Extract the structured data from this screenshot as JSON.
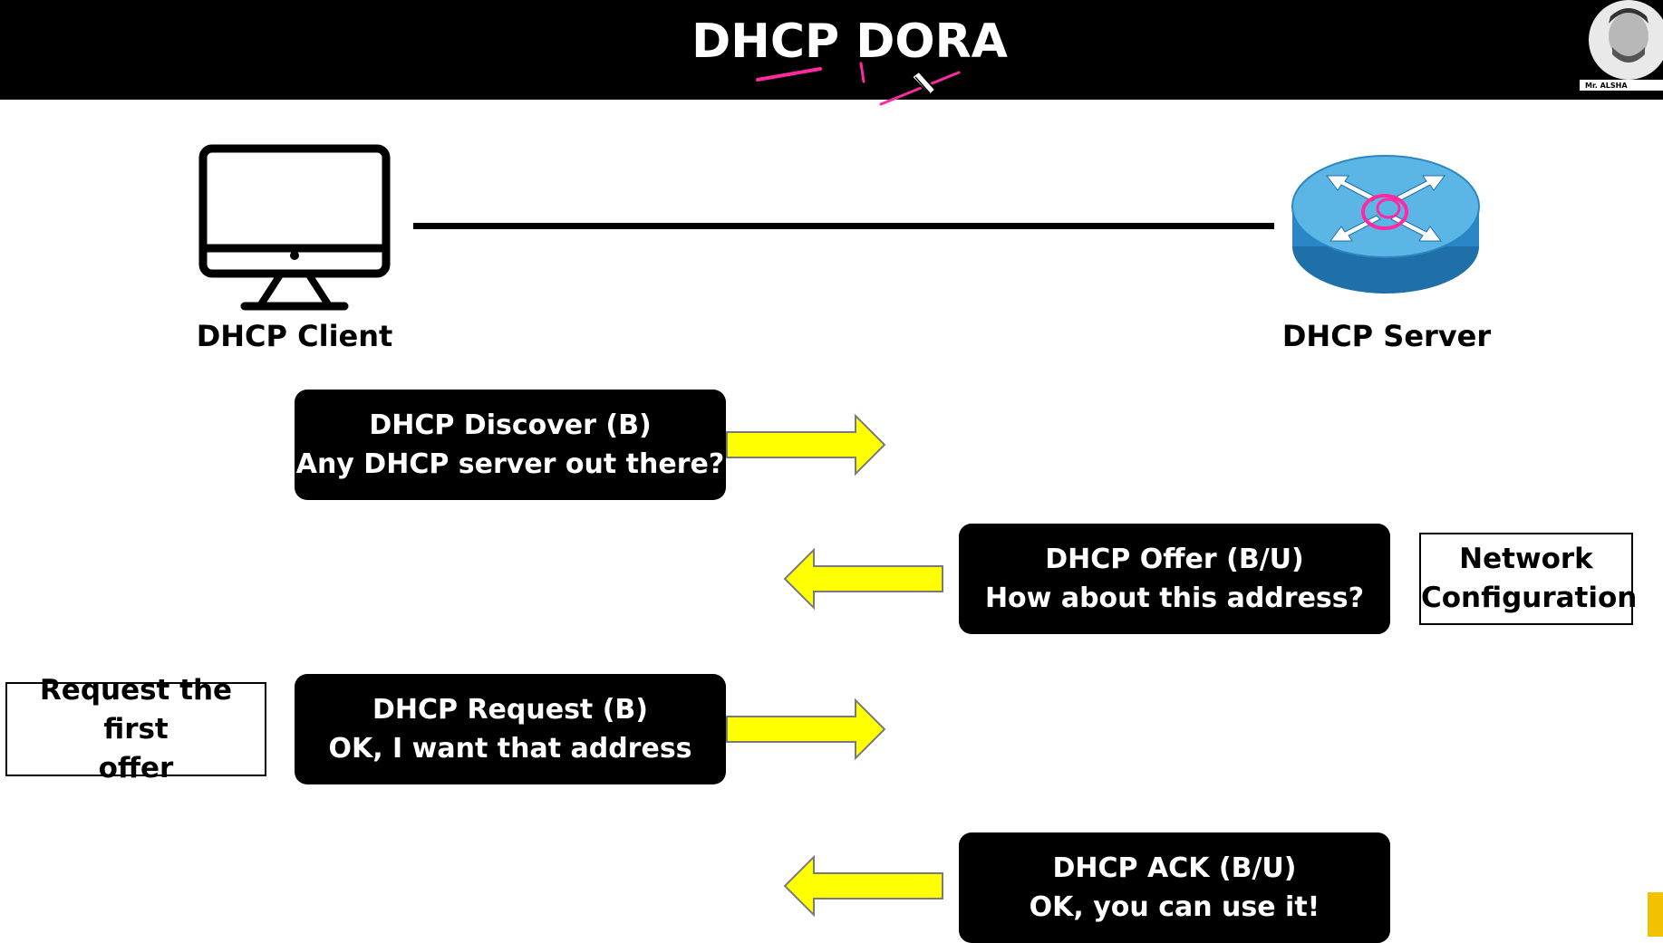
{
  "header": {
    "title": "DHCP DORA",
    "avatar_caption": "Mr. ALSHA"
  },
  "nodes": {
    "client": {
      "label": "DHCP Client",
      "icon": "monitor-icon"
    },
    "server": {
      "label": "DHCP Server",
      "icon": "router-icon"
    }
  },
  "messages": [
    {
      "line1": "DHCP Discover (B)",
      "line2": "Any DHCP server out there?",
      "direction": "right"
    },
    {
      "line1": "DHCP Offer (B/U)",
      "line2": "How about this address?",
      "direction": "left"
    },
    {
      "line1": "DHCP Request (B)",
      "line2": "OK, I want that address",
      "direction": "right"
    },
    {
      "line1": "DHCP ACK (B/U)",
      "line2": "OK, you can use it!",
      "direction": "left"
    }
  ],
  "notes": {
    "network": {
      "line1": "Network",
      "line2": "Configuration"
    },
    "request": {
      "line1": "Request the first",
      "line2": "offer"
    }
  },
  "colors": {
    "arrow_fill": "#ffff00",
    "arrow_stroke": "#7a7a7a",
    "header_bg": "#000000",
    "router_blue": "#2f8fc6",
    "ink": "#ff2aa0"
  }
}
